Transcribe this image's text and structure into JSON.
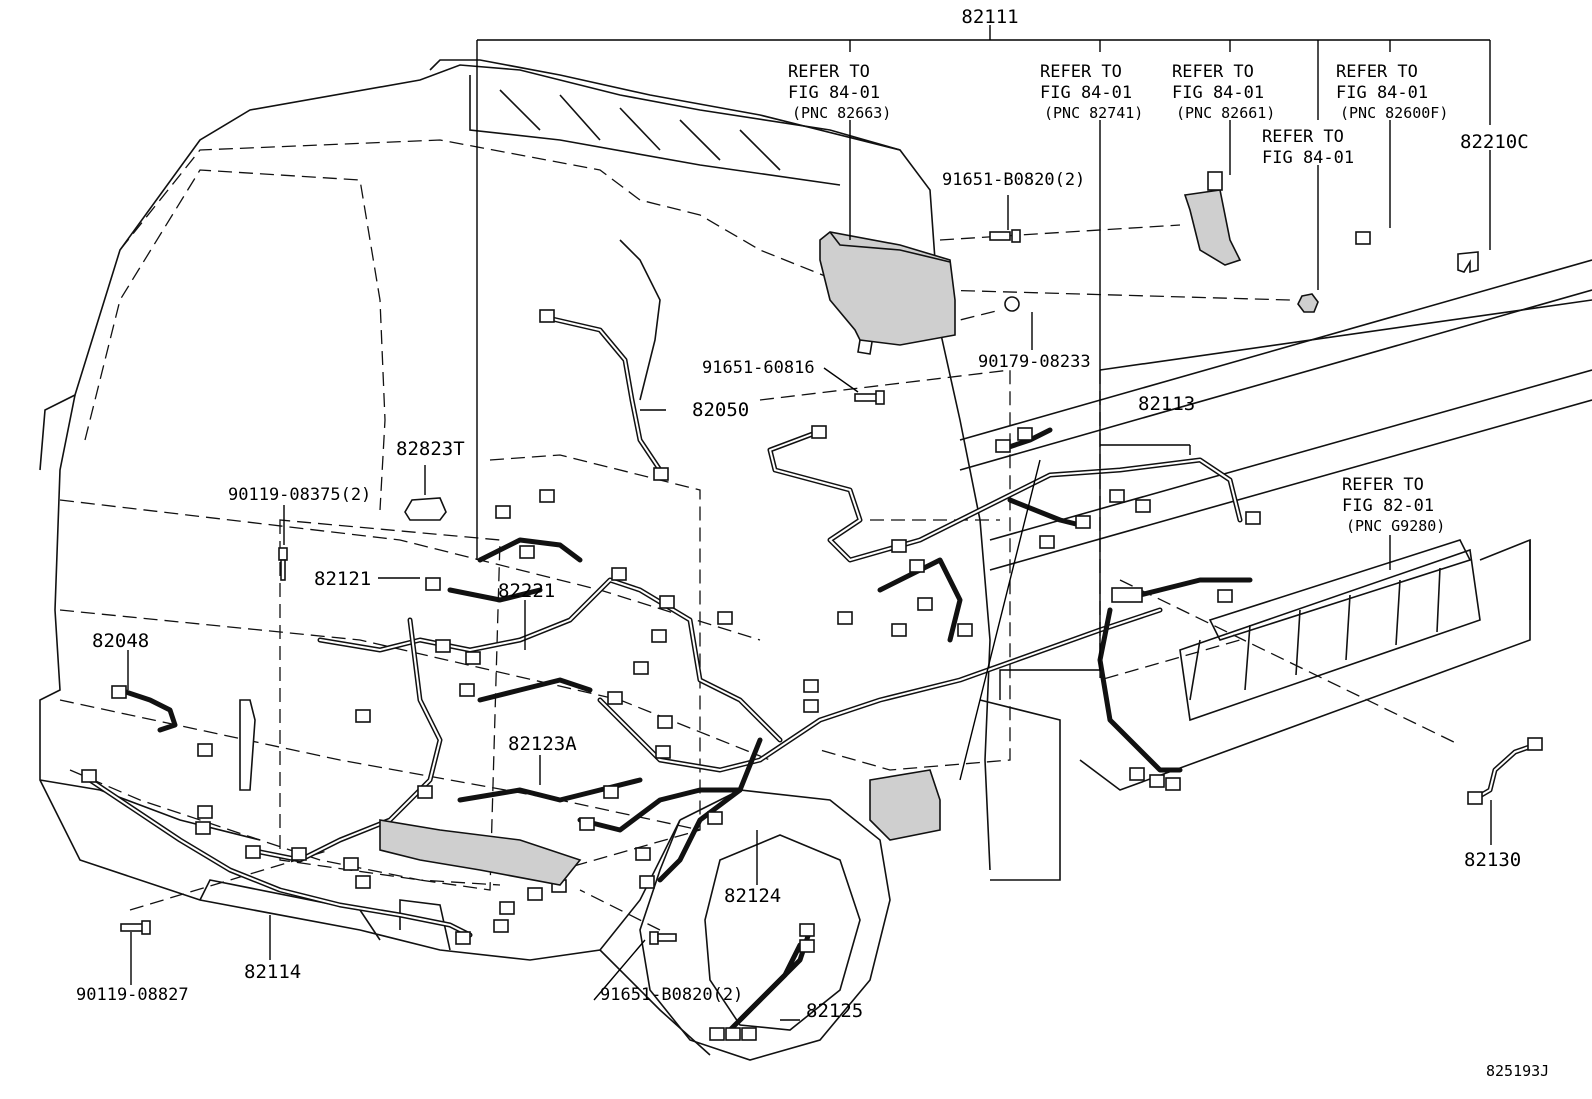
{
  "diagram_id": "825193J",
  "labels": {
    "main_harness": "82111",
    "refer_82663": [
      "REFER TO",
      "FIG 84-01",
      "(PNC 82663)"
    ],
    "refer_82741": [
      "REFER TO",
      "FIG 84-01",
      "(PNC 82741)"
    ],
    "refer_82661": [
      "REFER TO",
      "FIG 84-01",
      "(PNC 82661)"
    ],
    "refer_84_01": [
      "REFER TO",
      "FIG 84-01"
    ],
    "refer_82600F": [
      "REFER TO",
      "FIG 84-01",
      "(PNC 82600F)"
    ],
    "refer_g9280": [
      "REFER TO",
      "FIG 82-01",
      "(PNC G9280)"
    ],
    "p82210C": "82210C",
    "p91651_B0820_top": "91651-B0820(2)",
    "p90179_08233": "90179-08233",
    "p91651_60816": "91651-60816",
    "p82050": "82050",
    "p82823T": "82823T",
    "p90119_08375": "90119-08375(2)",
    "p82121": "82121",
    "p82221": "82221",
    "p82048": "82048",
    "p82123A": "82123A",
    "p82113": "82113",
    "p82130": "82130",
    "p82124": "82124",
    "p82114": "82114",
    "p90119_08827": "90119-08827",
    "p91651_B0820_bottom": "91651-B0820(2)",
    "p82125": "82125"
  }
}
